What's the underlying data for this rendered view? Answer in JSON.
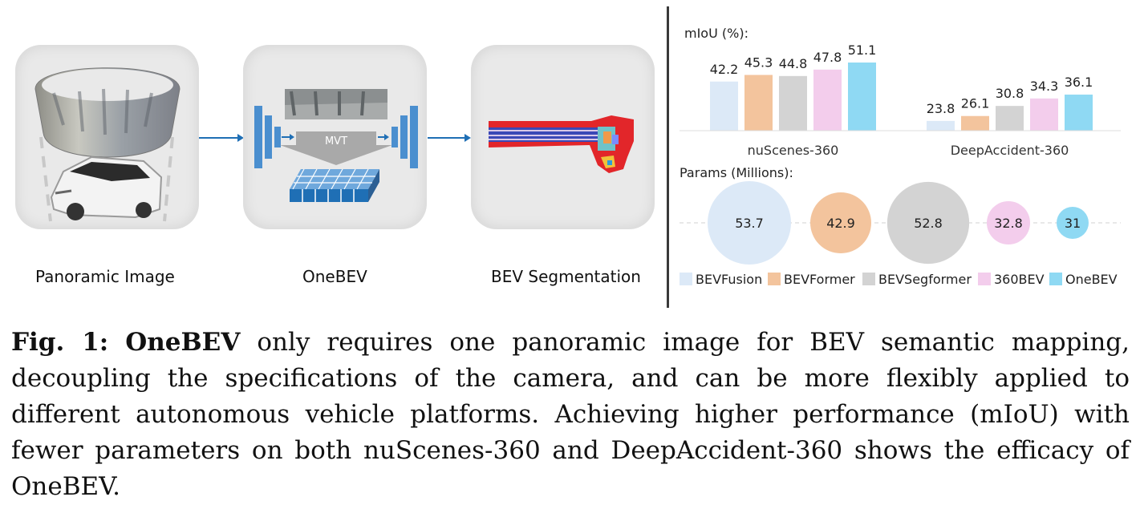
{
  "figure": {
    "panels": [
      {
        "label": "Panoramic Image"
      },
      {
        "label": "OneBEV"
      },
      {
        "label": "BEV Segmentation"
      }
    ],
    "mvt_label": "MVT",
    "colors": {
      "arrow": "#1f6fb5",
      "encoder_block": "#4b8fcf",
      "panel_bg": "#e9e9e9"
    }
  },
  "chart_data": [
    {
      "type": "bar",
      "title": "mIoU (%):",
      "categories": [
        "nuScenes-360",
        "DeepAccident-360"
      ],
      "series": [
        {
          "name": "BEVFusion",
          "color": "#dce9f7",
          "values": [
            42.2,
            23.8
          ]
        },
        {
          "name": "BEVFormer",
          "color": "#f3c49d",
          "values": [
            45.3,
            26.1
          ]
        },
        {
          "name": "BEVSegformer",
          "color": "#d3d3d3",
          "values": [
            44.8,
            30.8
          ]
        },
        {
          "name": "360BEV",
          "color": "#f3cdec",
          "values": [
            47.8,
            34.3
          ]
        },
        {
          "name": "OneBEV",
          "color": "#8fd9f3",
          "values": [
            51.1,
            36.1
          ]
        }
      ]
    },
    {
      "type": "scatter",
      "title": "Params (Millions):",
      "categories": [
        "BEVFusion",
        "BEVFormer",
        "BEVSegformer",
        "360BEV",
        "OneBEV"
      ],
      "values": [
        53.7,
        42.9,
        52.8,
        32.8,
        31
      ],
      "labels": [
        "53.7",
        "42.9",
        "52.8",
        "32.8",
        "31"
      ],
      "colors": [
        "#dce9f7",
        "#f3c49d",
        "#d3d3d3",
        "#f3cdec",
        "#8fd9f3"
      ]
    }
  ],
  "caption": {
    "label": "Fig. 1:",
    "name": "OneBEV",
    "text": " only requires one panoramic image for BEV semantic mapping, decoupling the specifications of the camera, and can be more flexibly applied to different autonomous vehicle platforms. Achieving higher performance (mIoU) with fewer parameters on both nuScenes-360 and DeepAccident-360 shows the efficacy of OneBEV."
  }
}
